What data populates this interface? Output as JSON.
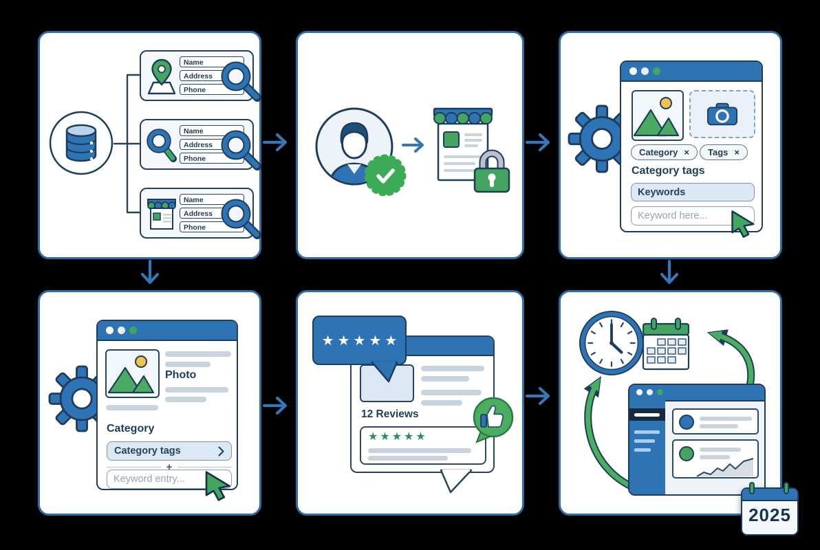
{
  "colors": {
    "background": "#000000",
    "panel_border": "#2f6da6",
    "primary_blue": "#2e74b5",
    "accent_green": "#43a55f",
    "outline_navy": "#1e3c5c",
    "light_fill": "#dce8f3",
    "line_gray": "#c9d3dd"
  },
  "panels": {
    "data_sources": {
      "cards": [
        {
          "icon": "map-pin-icon",
          "fields": [
            "Name",
            "Address",
            "Phone"
          ]
        },
        {
          "icon": "search-icon",
          "fields": [
            "Name",
            "Address",
            "Phone"
          ]
        },
        {
          "icon": "storefront-icon",
          "fields": [
            "Name",
            "Address",
            "Phone"
          ]
        }
      ]
    },
    "category_tags": {
      "chips": [
        {
          "label": "Category",
          "close": "×"
        },
        {
          "label": "Tags",
          "close": "×"
        }
      ],
      "section_label": "Category tags",
      "keywords_value": "Keywords",
      "keyword_placeholder": "Keyword here..."
    },
    "photo_category": {
      "photo_label": "Photo",
      "category_label": "Category",
      "select_value": "Category tags",
      "divider_plus": "+",
      "keyword_placeholder": "Keyword entry..."
    },
    "reviews": {
      "count_label": "12 Reviews",
      "stars_top": "★★★★★",
      "stars_card": "★★★★★"
    },
    "growth": {
      "year_label": "2025"
    }
  }
}
